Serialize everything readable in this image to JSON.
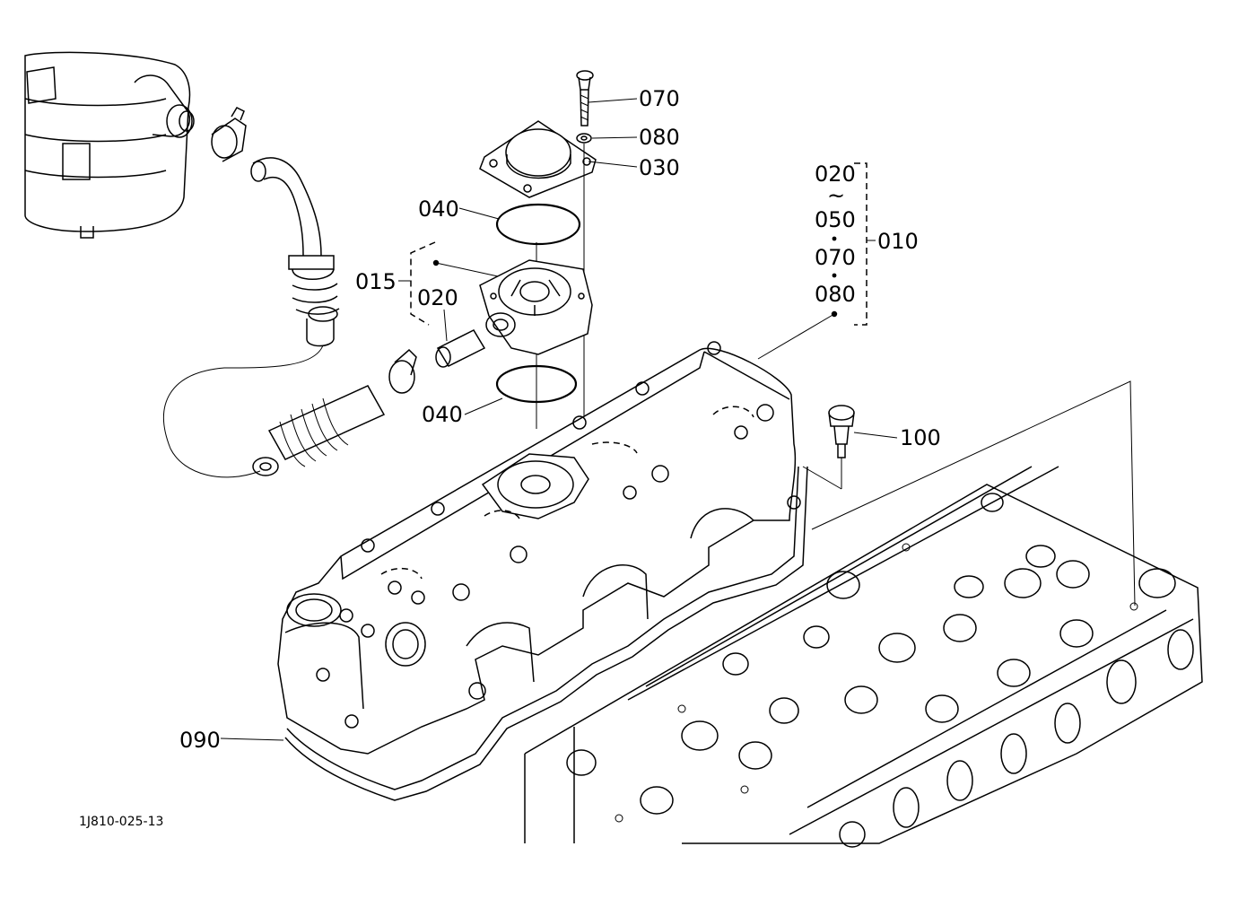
{
  "drawing_number": "1J810-025-13",
  "callouts": {
    "c070_top": "070",
    "c080_top": "080",
    "c030": "030",
    "c040_upper": "040",
    "c040_lower": "040",
    "c015": "015",
    "c020_left": "020",
    "kit_020": "020",
    "kit_tilde": "~",
    "kit_050": "050",
    "kit_070": "070",
    "kit_080": "080",
    "c010": "010",
    "c100": "100",
    "c090": "090"
  }
}
